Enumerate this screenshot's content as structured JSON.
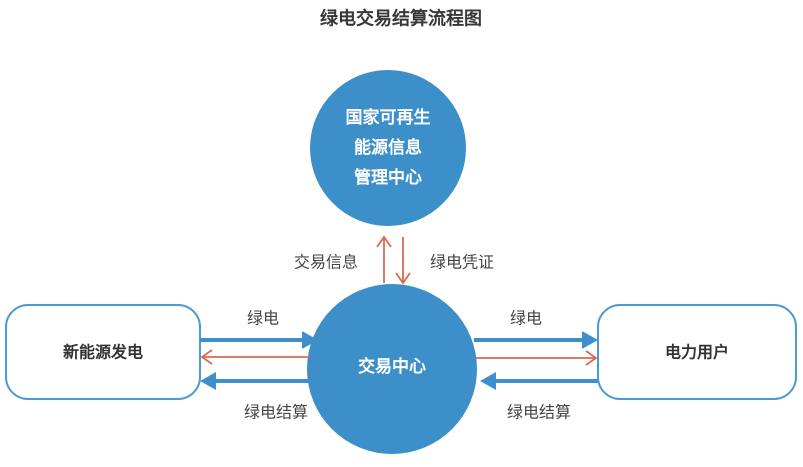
{
  "title": "绿电交易结算流程图",
  "nodes": {
    "nea_center": {
      "lines": [
        "国家可再生",
        "能源信息",
        "管理中心"
      ]
    },
    "trading_center": {
      "label": "交易中心"
    },
    "generator": {
      "label": "新能源发电"
    },
    "consumer": {
      "label": "电力用户"
    }
  },
  "edges": {
    "info_up": "交易信息",
    "cert_down": "绿电凭证",
    "left_power": "绿电",
    "left_settle": "绿电结算",
    "right_power": "绿电",
    "right_settle": "绿电结算"
  },
  "colors": {
    "node_fill": "#3d8fca",
    "flow_blue": "#3f8fce",
    "flow_red": "#d96a52",
    "box_border": "#4a9bd2",
    "title": "#383838",
    "label": "#444444"
  }
}
